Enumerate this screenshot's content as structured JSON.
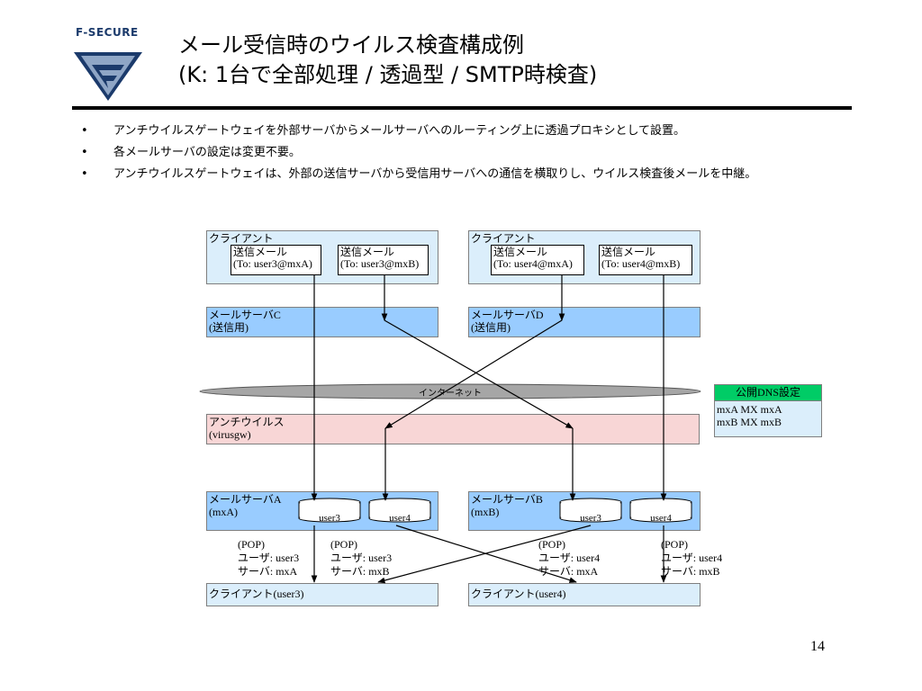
{
  "logo": {
    "text": "F-SECURE"
  },
  "title": {
    "line1": "メール受信時のウイルス検査構成例",
    "line2": "(K: 1台で全部処理 / 透過型 / SMTP時検査)"
  },
  "bullets": [
    "アンチウイルスゲートウェイを外部サーバからメールサーバへのルーティング上に透過プロキシとして設置。",
    "各メールサーバの設定は変更不要。",
    "アンチウイルスゲートウェイは、外部の送信サーバから受信用サーバへの通信を横取りし、ウイルス検査後メールを中継。"
  ],
  "diagram": {
    "client_left": {
      "title": "クライアント",
      "mail1": {
        "line1": "送信メール",
        "line2": "(To: user3@mxA)"
      },
      "mail2": {
        "line1": "送信メール",
        "line2": "(To: user3@mxB)"
      }
    },
    "client_right": {
      "title": "クライアント",
      "mail1": {
        "line1": "送信メール",
        "line2": "(To: user4@mxA)"
      },
      "mail2": {
        "line1": "送信メール",
        "line2": "(To: user4@mxB)"
      }
    },
    "server_c": {
      "line1": "メールサーバC",
      "line2": "(送信用)"
    },
    "server_d": {
      "line1": "メールサーバD",
      "line2": "(送信用)"
    },
    "internet": "インターネット",
    "dns": {
      "title": "公開DNS設定",
      "line1": "mxA  MX mxA",
      "line2": "mxB  MX mxB"
    },
    "antivirus": {
      "line1": "アンチウイルス",
      "line2": "(virusgw)"
    },
    "server_a": {
      "line1": "メールサーバA",
      "line2": "(mxA)",
      "box1": "user3",
      "box2": "user4"
    },
    "server_b": {
      "line1": "メールサーバB",
      "line2": "(mxB)",
      "box1": "user3",
      "box2": "user4"
    },
    "pop": [
      {
        "l1": "(POP)",
        "l2": "ユーザ: user3",
        "l3": "サーバ: mxA"
      },
      {
        "l1": "(POP)",
        "l2": "ユーザ: user3",
        "l3": "サーバ: mxB"
      },
      {
        "l1": "(POP)",
        "l2": "ユーザ: user4",
        "l3": "サーバ: mxA"
      },
      {
        "l1": "(POP)",
        "l2": "ユーザ: user4",
        "l3": "サーバ: mxB"
      }
    ],
    "client_user3": "クライアント(user3)",
    "client_user4": "クライアント(user4)"
  },
  "page_number": "14",
  "colors": {
    "client": "#dbeefb",
    "server": "#99ccff",
    "antivirus": "#f8d6d6",
    "dns_header": "#00cc66",
    "internet": "#a6a6a6"
  }
}
